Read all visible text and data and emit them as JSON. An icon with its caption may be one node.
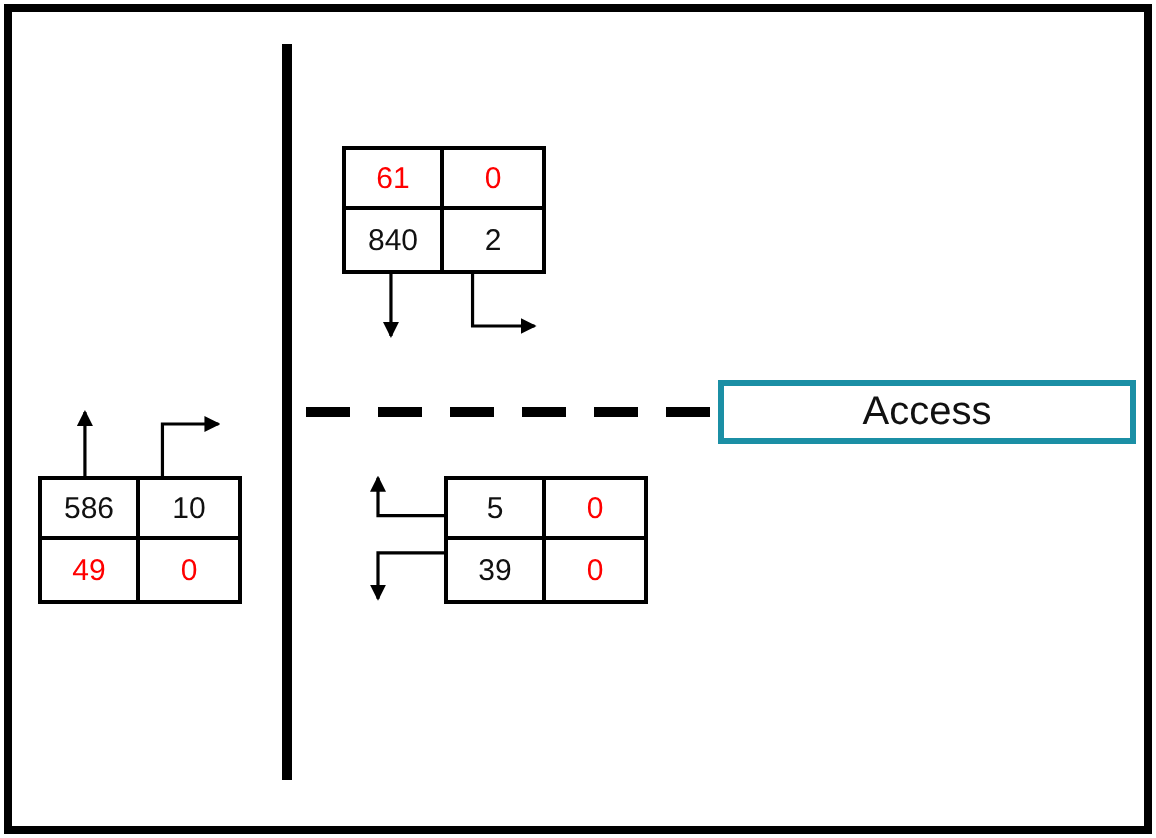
{
  "diagram": {
    "nodes": [
      {
        "text": [
          "61",
          "0",
          "840",
          "2"
        ]
      },
      {
        "text": [
          "Access"
        ]
      },
      {
        "text": [
          "586",
          "10",
          "49",
          "0"
        ]
      },
      {
        "text": [
          "5",
          "0",
          "39",
          "0"
        ]
      }
    ],
    "edges": [
      {
        "from": 0,
        "to": null,
        "arrow": "to"
      },
      {
        "from": 0,
        "to": null,
        "arrow": "to"
      },
      {
        "from": null,
        "to": 1,
        "arrow": "none",
        "style": "dashed"
      },
      {
        "from": 2,
        "to": null,
        "arrow": "to"
      },
      {
        "from": 2,
        "to": null,
        "arrow": "to"
      },
      {
        "from": 3,
        "to": null,
        "arrow": "to"
      },
      {
        "from": 3,
        "to": null,
        "arrow": "to"
      }
    ]
  }
}
